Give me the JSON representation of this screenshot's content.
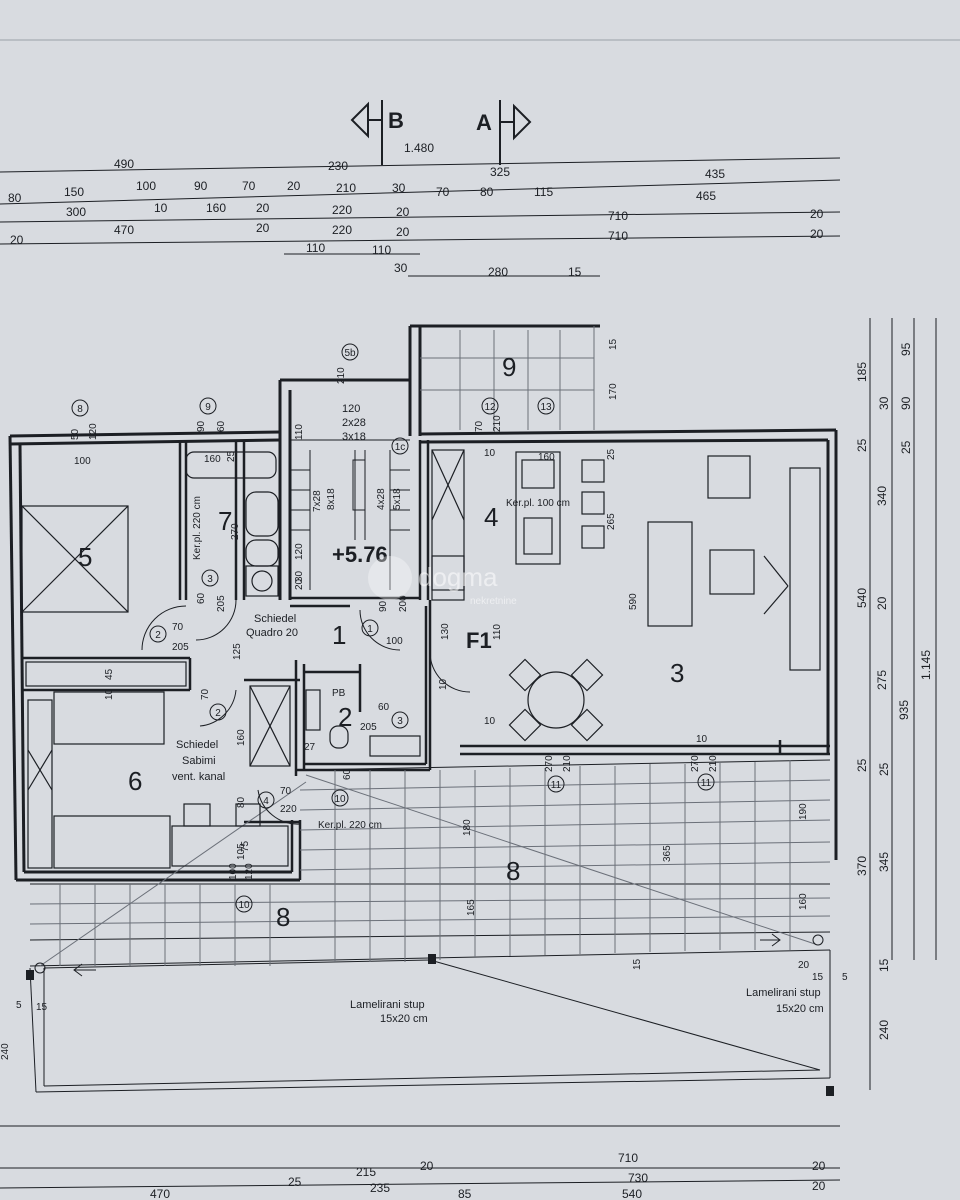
{
  "section_markers": {
    "b": "B",
    "a": "A"
  },
  "top_dims": {
    "row0": [
      "490",
      "230",
      "1.480",
      "325",
      "435"
    ],
    "row1": [
      "80",
      "150",
      "100",
      "90",
      "70",
      "20",
      "210",
      "30",
      "70",
      "80",
      "115",
      "465"
    ],
    "row2": [
      "300",
      "10",
      "160",
      "20",
      "220",
      "20",
      "710",
      "20"
    ],
    "row3": [
      "20",
      "470",
      "20",
      "220",
      "20",
      "710",
      "20"
    ],
    "row4": [
      "110",
      "110"
    ],
    "row5": [
      "30",
      "280",
      "15"
    ]
  },
  "right_dims": {
    "outer": [
      "1.145"
    ],
    "col1": [
      "935",
      "240"
    ],
    "col2": [
      "185",
      "340",
      "540",
      "275",
      "370"
    ],
    "col3": [
      "25",
      "20",
      "25",
      "345",
      "15"
    ],
    "col4": [
      "95",
      "30",
      "90",
      "25",
      "25"
    ]
  },
  "bottom_dims": [
    "710",
    "20",
    "25",
    "215",
    "20",
    "730",
    "20",
    "470",
    "235",
    "85",
    "540"
  ],
  "rooms": {
    "r1": "1",
    "r2": "2",
    "r3": "3",
    "r4": "4",
    "r5": "5",
    "r6": "6",
    "r7": "7",
    "r8a": "8",
    "r8b": "8",
    "r9": "9"
  },
  "level": "+5.76",
  "f1": "F1",
  "labels": {
    "schiedel_quadro_1": "Schiedel",
    "schiedel_quadro_2": "Quadro 20",
    "schiedel_sabimi_1": "Schiedel",
    "schiedel_sabimi_2": "Sabimi",
    "schiedel_sabimi_3": "vent. kanal",
    "ker_220_a": "Ker.pl. 220 cm",
    "ker_220_b": "Ker.pl. 220 cm",
    "ker_100": "Ker.pl. 100 cm",
    "pb": "PB",
    "stair1": "120",
    "stair2": "2x28",
    "stair3": "3x18",
    "stair4": "7x28",
    "stair5": "8x18",
    "stair6": "4x28",
    "stair7": "5x18",
    "lam_left_1": "Lamelirani stup",
    "lam_left_2": "15x20 cm",
    "lam_right_1": "Lamelirani stup",
    "lam_right_2": "15x20 cm"
  },
  "circles": {
    "c8": "8",
    "c9": "9",
    "c5b": "5b",
    "c1c": "1c",
    "c12": "12",
    "c13": "13",
    "c3": "3",
    "c2": "2",
    "c1": "1",
    "c2b": "2",
    "c3b": "3",
    "c4": "4",
    "c10a": "10",
    "c10b": "10",
    "c11a": "11",
    "c11b": "11"
  },
  "interior_dims": {
    "d100": "100",
    "d50": "50",
    "d120": "120",
    "d90": "90",
    "d60": "60",
    "d160": "160",
    "d25": "25",
    "d270": "270",
    "d205a": "205",
    "d70a": "70",
    "d205b": "205",
    "d125": "125",
    "d60b": "60",
    "d45": "45",
    "d10a": "10",
    "d70b": "70",
    "d160b": "160",
    "d80": "80",
    "d70c": "70",
    "d220": "220",
    "d105": "105",
    "d75": "75",
    "d110": "110",
    "d210": "210",
    "d120b": "120",
    "d20": "20",
    "d30": "30",
    "d90b": "90",
    "d200": "200",
    "d100b": "100",
    "d130": "130",
    "d110b": "110",
    "d10b": "10",
    "d60c": "60",
    "d205c": "205",
    "d27": "27",
    "d60d": "60",
    "d70d": "70",
    "d210b": "210",
    "d10c": "10",
    "d160c": "160",
    "d265": "265",
    "d590": "590",
    "d25b": "25",
    "d180": "180",
    "d165": "165",
    "d365": "365",
    "d190": "190",
    "d160d": "160",
    "d10d": "10",
    "d270b": "270",
    "d210c": "210",
    "d270c": "270",
    "d210d": "210",
    "d15": "15",
    "d20b": "20",
    "d5": "5",
    "d15b": "15",
    "d5b": "5",
    "d15c": "15",
    "d240": "240",
    "d15d": "15",
    "d170": "170",
    "d10e": "10",
    "d100c": "100",
    "d120c": "120"
  },
  "watermark": {
    "name": "dogma",
    "sub": "nekretnine"
  },
  "colors": {
    "paper": "#d8dbe0",
    "ink": "#1c1f24",
    "hatch": "#6b7079"
  }
}
